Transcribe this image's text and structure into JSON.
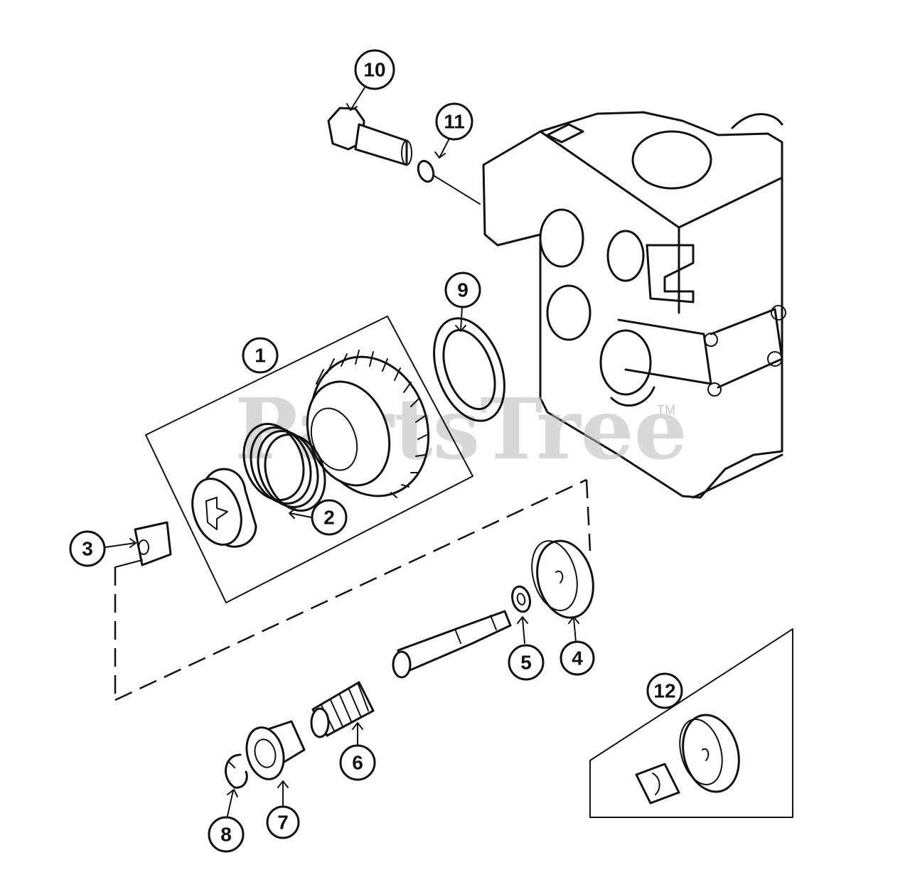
{
  "watermark": {
    "text": "PartsTree",
    "trademark": "TM"
  },
  "callouts": [
    {
      "id": "c1",
      "label": "1"
    },
    {
      "id": "c2",
      "label": "2"
    },
    {
      "id": "c3",
      "label": "3"
    },
    {
      "id": "c4",
      "label": "4"
    },
    {
      "id": "c5",
      "label": "5"
    },
    {
      "id": "c6",
      "label": "6"
    },
    {
      "id": "c7",
      "label": "7"
    },
    {
      "id": "c8",
      "label": "8"
    },
    {
      "id": "c9",
      "label": "9"
    },
    {
      "id": "c10",
      "label": "10"
    },
    {
      "id": "c11",
      "label": "11"
    },
    {
      "id": "c12",
      "label": "12"
    }
  ]
}
